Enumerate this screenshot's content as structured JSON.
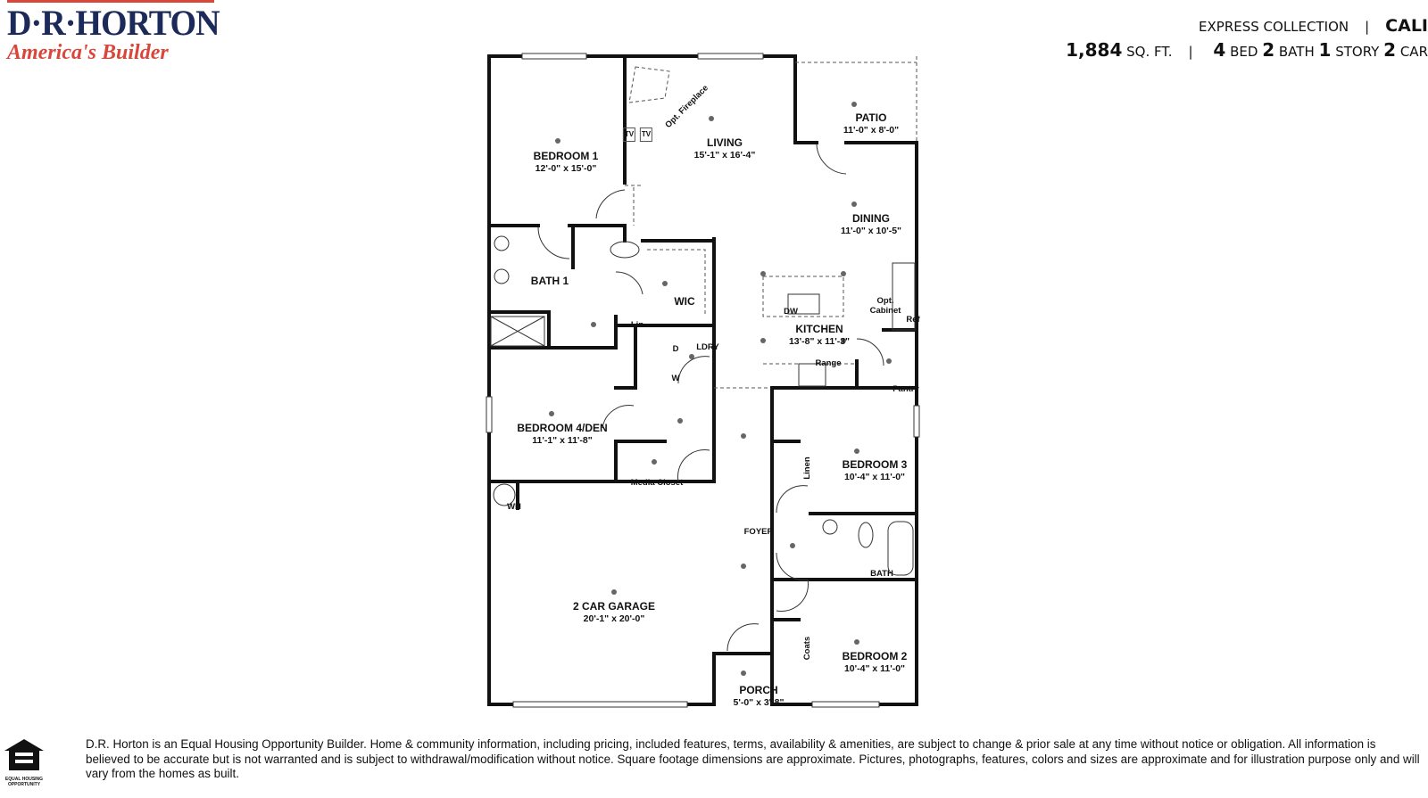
{
  "brand": {
    "name": "D·R·HORTON",
    "tagline": "America's Builder"
  },
  "header": {
    "collection": "EXPRESS COLLECTION",
    "plan_name": "CALI",
    "sqft": "1,884",
    "sqft_unit": "SQ. FT.",
    "beds": "4",
    "beds_unit": "BED",
    "baths": "2",
    "baths_unit": "BATH",
    "stories": "1",
    "stories_unit": "STORY",
    "cars": "2",
    "cars_unit": "CAR",
    "separator": "|"
  },
  "rooms": {
    "bedroom1": {
      "name": "BEDROOM 1",
      "dims": "12'-0\" x 15'-0\""
    },
    "living": {
      "name": "LIVING",
      "dims": "15'-1\" x 16'-4\""
    },
    "patio": {
      "name": "PATIO",
      "dims": "11'-0\" x 8'-0\""
    },
    "dining": {
      "name": "DINING",
      "dims": "11'-0\" x 10'-5\""
    },
    "kitchen": {
      "name": "KITCHEN",
      "dims": "13'-8\" x 11'-3\""
    },
    "bath1": {
      "name": "BATH 1"
    },
    "wic": {
      "name": "WIC"
    },
    "laundry": {
      "name": "LDRY"
    },
    "bedroom4": {
      "name": "BEDROOM 4/DEN",
      "dims": "11'-1\" x 11'-8\""
    },
    "bedroom3": {
      "name": "BEDROOM 3",
      "dims": "10'-4\" x 11'-0\""
    },
    "bath": {
      "name": "BATH"
    },
    "bedroom2": {
      "name": "BEDROOM 2",
      "dims": "10'-4\" x 11'-0\""
    },
    "foyer": {
      "name": "FOYER"
    },
    "garage": {
      "name": "2 CAR GARAGE",
      "dims": "20'-1\" x 20'-0\""
    },
    "porch": {
      "name": "PORCH",
      "dims": "5'-0\" x 3'-8\""
    }
  },
  "fixtures": {
    "tv1": "TV",
    "tv2": "TV",
    "fireplace": "Opt. Fireplace",
    "dw": "DW",
    "opt_cabinet": "Opt. Cabinet",
    "ref": "Ref",
    "range": "Range",
    "pantry": "Pantry",
    "lin": "Lin",
    "dryer": "D",
    "washer": "W",
    "media_closet": "Media Closet",
    "wh": "WH",
    "linen": "Linen",
    "coats": "Coats"
  },
  "footer": {
    "eho_label": "EQUAL HOUSING OPPORTUNITY",
    "disclaimer": "D.R. Horton is an Equal Housing Opportunity Builder. Home & community information, including pricing, included features, terms, availability & amenities, are subject to change & prior sale at any time without notice or obligation. All information is believed to be accurate but is not warranted and is subject to withdrawal/modification without notice. Square footage dimensions are approximate. Pictures, photographs, features, colors and sizes are approximate and for illustration purpose only and will vary from the homes as built."
  },
  "colors": {
    "brand_navy": "#1c2a5a",
    "brand_red": "#d9463a"
  }
}
